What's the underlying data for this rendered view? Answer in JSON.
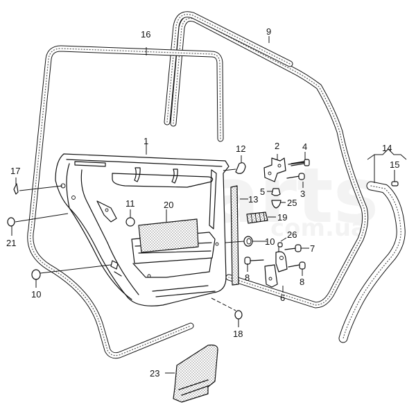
{
  "diagram": {
    "title": "Rear door exploded parts diagram",
    "watermark": {
      "main": "xparts",
      "sub": "com.ua"
    },
    "callouts": [
      {
        "id": "1",
        "label": "1",
        "part": "door-shell"
      },
      {
        "id": "2",
        "label": "2",
        "part": "upper-hinge"
      },
      {
        "id": "3",
        "label": "3",
        "part": "hinge-bolt"
      },
      {
        "id": "4",
        "label": "4",
        "part": "hinge-bolt"
      },
      {
        "id": "5",
        "label": "5",
        "part": "hinge-pin"
      },
      {
        "id": "6",
        "label": "6",
        "part": "lower-hinge"
      },
      {
        "id": "7",
        "label": "7",
        "part": "hinge-bolt"
      },
      {
        "id": "8a",
        "label": "8",
        "part": "hinge-bolt"
      },
      {
        "id": "8b",
        "label": "8",
        "part": "hinge-bolt"
      },
      {
        "id": "9",
        "label": "9",
        "part": "body-door-seal"
      },
      {
        "id": "10a",
        "label": "10",
        "part": "plug"
      },
      {
        "id": "10b",
        "label": "10",
        "part": "plug"
      },
      {
        "id": "11",
        "label": "11",
        "part": "plug"
      },
      {
        "id": "12",
        "label": "12",
        "part": "corner-cover"
      },
      {
        "id": "13",
        "label": "13",
        "part": "seal-strip"
      },
      {
        "id": "14",
        "label": "14",
        "part": "seal-assembly"
      },
      {
        "id": "15",
        "label": "15",
        "part": "clip"
      },
      {
        "id": "16",
        "label": "16",
        "part": "door-seal"
      },
      {
        "id": "17",
        "label": "17",
        "part": "corner-cover"
      },
      {
        "id": "18",
        "label": "18",
        "part": "plug"
      },
      {
        "id": "19",
        "label": "19",
        "part": "buffer"
      },
      {
        "id": "20",
        "label": "20",
        "part": "damping-mat"
      },
      {
        "id": "21",
        "label": "21",
        "part": "plug"
      },
      {
        "id": "23",
        "label": "23",
        "part": "damping-pad"
      },
      {
        "id": "25",
        "label": "25",
        "part": "cap"
      },
      {
        "id": "26",
        "label": "26",
        "part": "cap"
      }
    ]
  }
}
